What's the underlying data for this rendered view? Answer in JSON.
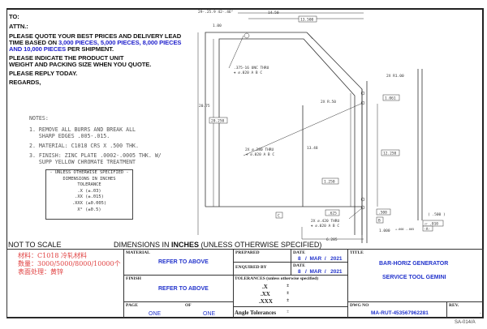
{
  "request": {
    "to": "TO:",
    "attn": "ATTN.:",
    "line1": "PLEASE QUOTE YOUR BEST PRICES AND DELIVERY LEAD",
    "line2a": "TIME BASED ON ",
    "line2b": "3,000 PIECES, 5,000 PIECES, 8,000 PIECES",
    "line3a": "AND 10,000 PIECES",
    "line3b": " PER SHIPMENT.",
    "line4": "PLEASE INDICATE THE PRODUCT UNIT",
    "line5": "WEIGHT AND PACKING SIZE WHEN YOU QUOTE.",
    "line6": "PLEASE REPLY TODAY.",
    "line7": "REGARDS,"
  },
  "notes": {
    "title": "NOTES:",
    "n1": "1. REMOVE ALL BURRS AND BREAK ALL\n   SHARP EDGES .005-.015.",
    "n2": "2. MATERIAL: C1018 CRS X .500 THK.",
    "n3": "3. FINISH: ZINC PLATE .0002-.0005 THK. W/\n   SUPP YELLOW CHROMATE TREATMENT"
  },
  "tolerance_box": {
    "l1": "- UNLESS OTHERWISE SPECIFIED -",
    "l2": "DIMENSIONS IN INCHES",
    "l3": "TOLERANCE",
    "l4": ".X (±.03)",
    "l5": ".XX (±.015)",
    "l6": ".XXX (±0.005)",
    "l7": "X° (±0.5)"
  },
  "dims": {
    "angle": "29-.25.9\n42-.46°",
    "d1450": "14.50",
    "d13500": "13.500",
    "d100": "1.00",
    "tap": ".375-16 UNC THRU",
    "tap_fcf": "⌖ ⌀.020 A B C",
    "d2075": "20.75",
    "d20250": "20.250",
    "r050": "2X R.50",
    "r100": "2X R1.00",
    "d1061": "1.061",
    "d12250": "12.250",
    "d1348": "13.48",
    "hole280": "2X ⌀.280 THRU",
    "hole280_fcf": "⌖ ⌀.020 A B C",
    "d1250": "1.250",
    "d625": ".625",
    "hole420": "2X ⌀.420 THRU",
    "hole420_fcf": "⌖ ⌀.020 A B C",
    "d500": ".500",
    "datum_b": "B",
    "datum_c": "C",
    "d1000": "1.000",
    "tol1000": "+.000 -.005",
    "d6285": "6.285",
    "thk": "( .500 )",
    "flat": "⏥ .010",
    "datum_a": "-A-"
  },
  "footer": {
    "not_to_scale": "NOT TO SCALE",
    "dims_pre": "DIMENSIONS IN ",
    "dims_bold": "INCHES",
    "dims_post": " (UNLESS OTHERWISE SPECIFIED)",
    "sheet_code": "SA-014/A"
  },
  "chinese": {
    "l1": "材料：C1018 冷轧材料",
    "l2": "数量：3000/5000/8000/10000个",
    "l3": "表面处理：黄锌"
  },
  "title_block": {
    "material_label": "MATERIAL",
    "material": "REFER TO ABOVE",
    "finish_label": "FINISH",
    "finish": "REFER TO ABOVE",
    "page_label": "PAGE",
    "of_label": "OF",
    "page": "ONE",
    "of": "ONE",
    "prepared_label": "PREPARED",
    "enquired_label": "ENQUIRED BY",
    "date_label": "DATE",
    "date1": "8   /  MAR  /   2021",
    "date2": "8   /  MAR  /   2021",
    "tol_label": "TOLERANCES (unless otherwise specified)",
    "tx": ".X",
    "txx": ".XX",
    "txxx": ".XXX",
    "pm": "±",
    "angle_label": "Angle Tolerances",
    "title_label": "TITLE",
    "title1": "BAR-HORIZ GENERATOR",
    "title2": "SERVICE TOOL GEMINI",
    "dwg_label": "DWG NO",
    "dwg": "MA-RUT-453567962281",
    "rev_label": "REV.",
    "rev": "-"
  }
}
